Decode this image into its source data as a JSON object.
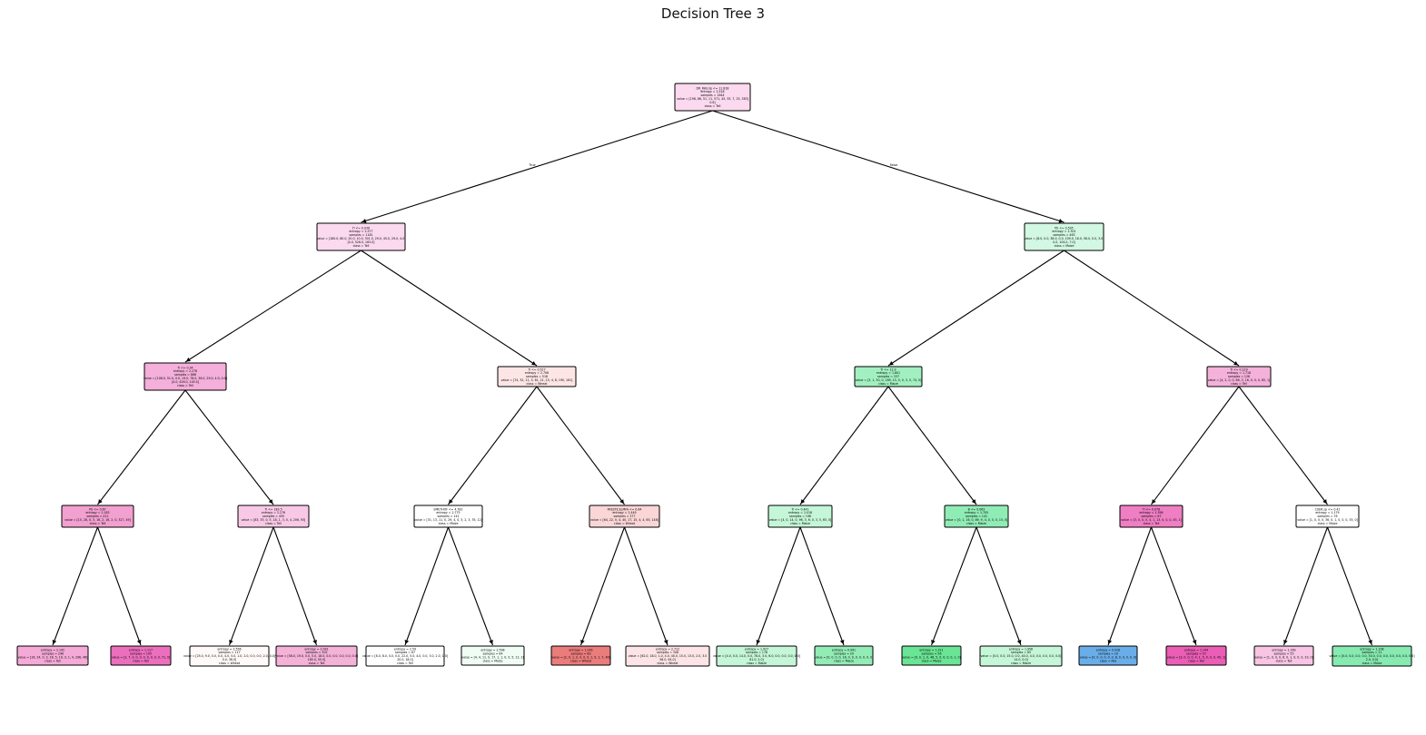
{
  "title": "Decision Tree 3",
  "class_colors": {
    "Tell": "#e85fb4",
    "Wheat": "#e9706f",
    "Maize": "#5ee08c",
    "Pea": "#6aaee9"
  },
  "root_branch_labels": [
    "True",
    "False"
  ],
  "nodes": [
    {
      "id": "n0",
      "fill": "#fbd9ee",
      "lines": [
        "DR_RAS.lip <= 11.818",
        "entropy = 2.518",
        "samples = 1844",
        "value = [198, 86, 51, 11, 571, 45, 55, 7, 25, 383]",
        "0.6]",
        "class = Tell"
      ]
    },
    {
      "id": "n1",
      "fill": "#fbd9ee",
      "lines": [
        "Ti <= 0.036",
        "entropy = 2.577",
        "samples = 1181",
        "value = [180.0, 80.0, 20.0, 10.0, 301.0, 29.0, 45.0, 29.0, 4.0]",
        "[0.0, 526.0, 163.0]",
        "class = Tell"
      ]
    },
    {
      "id": "n2",
      "fill": "#d2f7e2",
      "lines": [
        "Pb <= 0.595",
        "entropy = 2.301",
        "samples = 463",
        "value = [8.0, 0.0, 38.0, 0.0, 109.0, 16.0, 58.0, 0.0, 3.0]",
        "0.0, 104.0, 7.0]",
        "class = Maize"
      ]
    },
    {
      "id": "n3",
      "fill": "#f4afda",
      "lines": [
        "Ti <= 0.34",
        "entropy = 2.278",
        "samples = 866",
        "value = [108.0, 51.0, 0.0, 19.0, 78.0, 36.0, 29.0, 4.0, 0.0]",
        "[4.0, 426.0, 145.0]",
        "class = Tell"
      ]
    },
    {
      "id": "n4",
      "fill": "#fde5e6",
      "lines": [
        "Ti <= 0.527",
        "entropy = 2.706",
        "samples = 516",
        "value = [74, 32, 11, 3, 81, 21, 15, 4, 8, 190, 161]",
        "class = Wheat"
      ]
    },
    {
      "id": "n5",
      "fill": "#a2f0c1",
      "lines": [
        "Ti <= 12.9",
        "entropy = 1.801",
        "samples = 337",
        "value = [3, 1, 30, 0, 189, 15, 0, 0, 3, 5, 74, 0]",
        "class = Maize"
      ]
    },
    {
      "id": "n6",
      "fill": "#f4b1da",
      "lines": [
        "Ti <= 0.129",
        "entropy = 1.718",
        "samples = 126",
        "value = [4, 2, 0, 0, 86, 3, 16, 0, 0, 0, 85, 1]",
        "class = Tell"
      ]
    },
    {
      "id": "n7",
      "fill": "#f2a0d0",
      "lines": [
        "Pb <= 0.67",
        "entropy = 2.183",
        "samples = 411",
        "value = [15, 28, 0, 3, 16, 2, 16, 2, 0, 327, 49]",
        "class = Tell"
      ]
    },
    {
      "id": "n8",
      "fill": "#f8c9e6",
      "lines": [
        "Ti <= 183.5",
        "entropy = 2.276",
        "samples = 455",
        "value = [83, 33, 0, 5, 18, 1, 3, 0, 4, 206, 93]",
        "class = Tell"
      ]
    },
    {
      "id": "n9",
      "fill": "#ffffff",
      "lines": [
        "EMETHOF <= 4.782",
        "entropy = 2.775",
        "samples = 141",
        "value = [31, 13, 11, 0, 29, 4, 0, 3, 2, 3, 35, 12]",
        "class = Maize"
      ]
    },
    {
      "id": "n10",
      "fill": "#fad6d7",
      "lines": [
        "FRESTE.ELMFA <= 0.84",
        "entropy = 2.449",
        "samples = 377",
        "value = [64, 22, 0, 4, 40, 17, 15, 4, 4, 65, 148]",
        "class = Wheat"
      ]
    },
    {
      "id": "n11",
      "fill": "#c4f6d7",
      "lines": [
        "Ti <= 0.441",
        "entropy = 2.018",
        "samples = 196",
        "value = [4, 0, 14, 0, 96, 3, 6, 0, 3, 5, 65, 0]",
        "class = Maize"
      ]
    },
    {
      "id": "n12",
      "fill": "#90ecb5",
      "lines": [
        "B <= 0.063",
        "entropy = 1.705",
        "samples = 141",
        "value = [0, 1, 16, 0, 89, 9, 4, 0, 0, 0, 15, 0]",
        "class = Maize"
      ]
    },
    {
      "id": "n13",
      "fill": "#ef7ec3",
      "lines": [
        "Ti <= 0.078",
        "entropy = 1.396",
        "samples = 67",
        "value = [3, 0, 0, 0, 4, 1, 13, 0, 0, 0, 45, 1]",
        "class = Tell"
      ]
    },
    {
      "id": "n14",
      "fill": "#ffffff",
      "lines": [
        "CUER.sp <= 0.41",
        "entropy = 1.179",
        "samples = 76",
        "value = [1, 0, 0, 0, 36, 0, 1, 0, 0, 0, 35, 0]",
        "class = Maize"
      ]
    },
    {
      "id": "n15",
      "fill": "#f4a9d6",
      "lines": [
        "entropy = 2.192",
        "samples = 296",
        "value = [16, 24, 0, 3, 16, 5, 19, 3, 1, 4, 296, 46]",
        "class = Tell"
      ]
    },
    {
      "id": "n16",
      "fill": "#ec6fbd",
      "lines": [
        "entropy = 1.117",
        "samples = 105",
        "value = [2, 7, 0, 0, 0, 0, 0, 0, 0, 0, 71, 0]",
        "class = Tell"
      ]
    },
    {
      "id": "n17",
      "fill": "#fffaf9",
      "lines": [
        "entropy = 2.556",
        "samples = 117",
        "value = [25.0, 9.0, 0.0, 0.0, 4.0, 5.0, 1.0, 2.0, 0.0, 0.0, 2.0, 0.0]",
        "0.0, 36.0]",
        "class = Wheat"
      ]
    },
    {
      "id": "n18",
      "fill": "#f4b2d9",
      "lines": [
        "entropy = 2.091",
        "samples = 302",
        "value = [58.0, 19.0, 0.0, 5.0, 18.0, 0.0, 0.0, 0.0, 0.0, 0.0]",
        "165.0, 55.0]",
        "class = Tell"
      ]
    },
    {
      "id": "n19",
      "fill": "#ffffff",
      "lines": [
        "entropy = 2.59",
        "samples = 67",
        "value = [8.0, 8.0, 0.0, 0.0, 22.0, 5.0, 4.0, 0.0, 3.0, 2.0, 1.0]",
        "20.0, 18.0]",
        "class = Tell"
      ]
    },
    {
      "id": "n20",
      "fill": "#f0fdf5",
      "lines": [
        "entropy = 2.598",
        "samples = 64",
        "value = [4, 4, 11, 0, 17, 1, 1, 0, 0, 5, 12, 2]",
        "class = Maize"
      ]
    },
    {
      "id": "n21",
      "fill": "#eb7c7c",
      "lines": [
        "entropy = 1.039",
        "samples = 69",
        "value = [2, 0, 1, 0, 0, 0, 0, 1, 0, 1, 7, 46]",
        "class = Wheat"
      ]
    },
    {
      "id": "n22",
      "fill": "#fde4e6",
      "lines": [
        "entropy = 2.712",
        "samples = 308",
        "value = [62.0, 18.0, 1.0, 4.0, 40.0, 15.0, 13.0, 2.0, 3.0",
        "58.0, 94.0]",
        "class = Wheat"
      ]
    },
    {
      "id": "n23",
      "fill": "#c4f6d7",
      "lines": [
        "entropy = 1.927",
        "samples = 176",
        "value = [4.0, 0.0, 14.0, 0.0, 78.0, 3.0, 6.0, 0.0, 0.0, 0.0, 0.0]",
        "61.0, 2.0]",
        "class = Maize"
      ]
    },
    {
      "id": "n24",
      "fill": "#93ecb5",
      "lines": [
        "entropy = 0.991",
        "samples = 20",
        "value = [0, 0, 0, 0, 18, 0, 0, 0, 0, 0, 0, 0]",
        "class = Maize"
      ]
    },
    {
      "id": "n25",
      "fill": "#6ae495",
      "lines": [
        "entropy = 1.311",
        "samples = 56",
        "value = [0, 0, 1, 0, 48, 5, 0, 0, 0, 0, 1, 0]",
        "class = Maize"
      ]
    },
    {
      "id": "n26",
      "fill": "#c6f6d8",
      "lines": [
        "entropy = 1.958",
        "samples = 85",
        "value = [0.0, 0.0, 15.0, 0.0, 40.0, 4.0, 0.0, 0.0, 0.0, 0.0]",
        "14.0, 0.0]",
        "class = Maize"
      ]
    },
    {
      "id": "n27",
      "fill": "#6aaee9",
      "lines": [
        "entropy = 0.918",
        "samples = 10",
        "value = [0, 0, 0, 0, 0, 0, 8, 0, 0, 0, 0, 0]",
        "class = Pea"
      ]
    },
    {
      "id": "n28",
      "fill": "#ea5eb5",
      "lines": [
        "entropy = 1.144",
        "samples = 57",
        "value = [3, 0, 0, 0, 4, 1, 5, 0, 0, 0, 45, 1]",
        "class = Tell"
      ]
    },
    {
      "id": "n29",
      "fill": "#f8c5e4",
      "lines": [
        "entropy = 1.169",
        "samples = 55",
        "value = [1, 0, 0, 0, 6, 0, 1, 0, 0, 0, 33, 0]",
        "class = Tell"
      ]
    },
    {
      "id": "n30",
      "fill": "#87eab0",
      "lines": [
        "entropy = 1.108",
        "samples = 21",
        "value = [0.0, 0.0, 0.0, 0.0, 30.0, 0.0, 0.0, 0.0, 0.0, 0.0, 0.0]",
        "2.0, 0.0]",
        "class = Maize"
      ]
    }
  ]
}
